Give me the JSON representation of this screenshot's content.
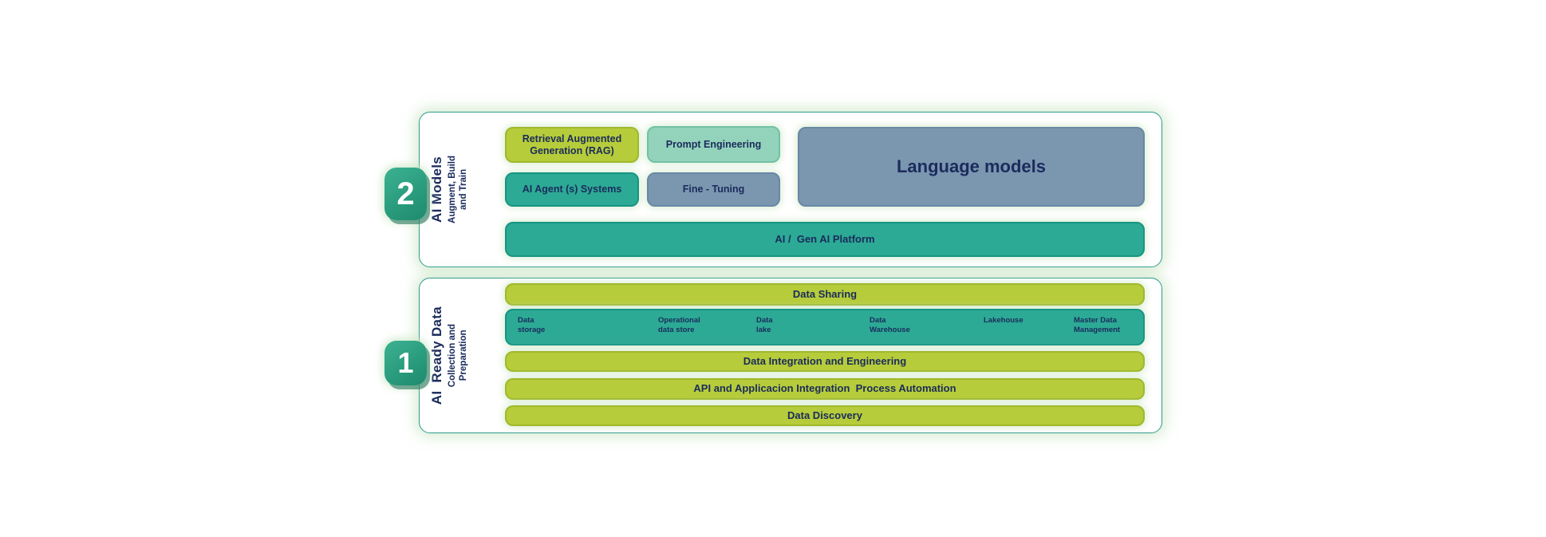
{
  "palette": {
    "lime": "#b6cc3a",
    "lime_border": "#a0b82c",
    "teal": "#2caa95",
    "teal_border": "#169583",
    "seafoam": "#93d3bb",
    "seafoam_border": "#72c1a6",
    "slate_blue": "#7b96af",
    "slate_blue_border": "#6988a3",
    "navy_text": "#1b2b5c",
    "badge_green": "#2a9c7d",
    "panel_border": "#2f9c8e",
    "halo_green": "#cde7c6"
  },
  "model_section": {
    "badge": "2",
    "title": "AI Models",
    "subtitle": "Augment, Build\nand Train",
    "boxes": {
      "rag": "Retrieval Augmented Generation (RAG)",
      "prompt_engineering": "Prompt Engineering",
      "ai_agent_systems": "AI Agent (s) Systems",
      "fine_tuning": "Fine - Tuning",
      "language_models": "Language models",
      "platform": "AI /  Gen AI Platform"
    }
  },
  "data_section": {
    "badge": "1",
    "title": "AI  Ready Data",
    "subtitle": "Collection and\nPreparation",
    "bars": {
      "data_sharing": "Data Sharing",
      "data_integration": "Data Integration and Engineering",
      "api_integration": "API and Applicacion Integration  Process Automation",
      "data_discovery": "Data Discovery"
    },
    "storage_columns": [
      "Data\nstorage",
      "Operational\ndata store",
      "Data\nlake",
      "Data\nWarehouse",
      "Lakehouse",
      "Master Data\nManagement"
    ]
  }
}
